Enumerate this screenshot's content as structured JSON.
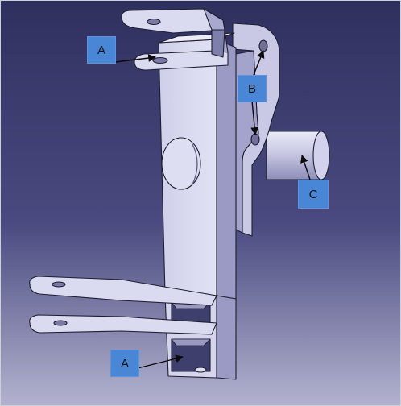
{
  "colors": {
    "background_top": "#333366",
    "background_bottom": "#a7a7c7",
    "part_face": "#d6d6ee",
    "part_shadow": "#9393bd",
    "part_edge": "#1e1e30",
    "callout_fill": "#4a86d6",
    "arrow": "#0b0b0b"
  },
  "callouts": [
    {
      "id": "a-top",
      "label": "A"
    },
    {
      "id": "b",
      "label": "B"
    },
    {
      "id": "c",
      "label": "C"
    },
    {
      "id": "a-bottom",
      "label": "A"
    }
  ]
}
